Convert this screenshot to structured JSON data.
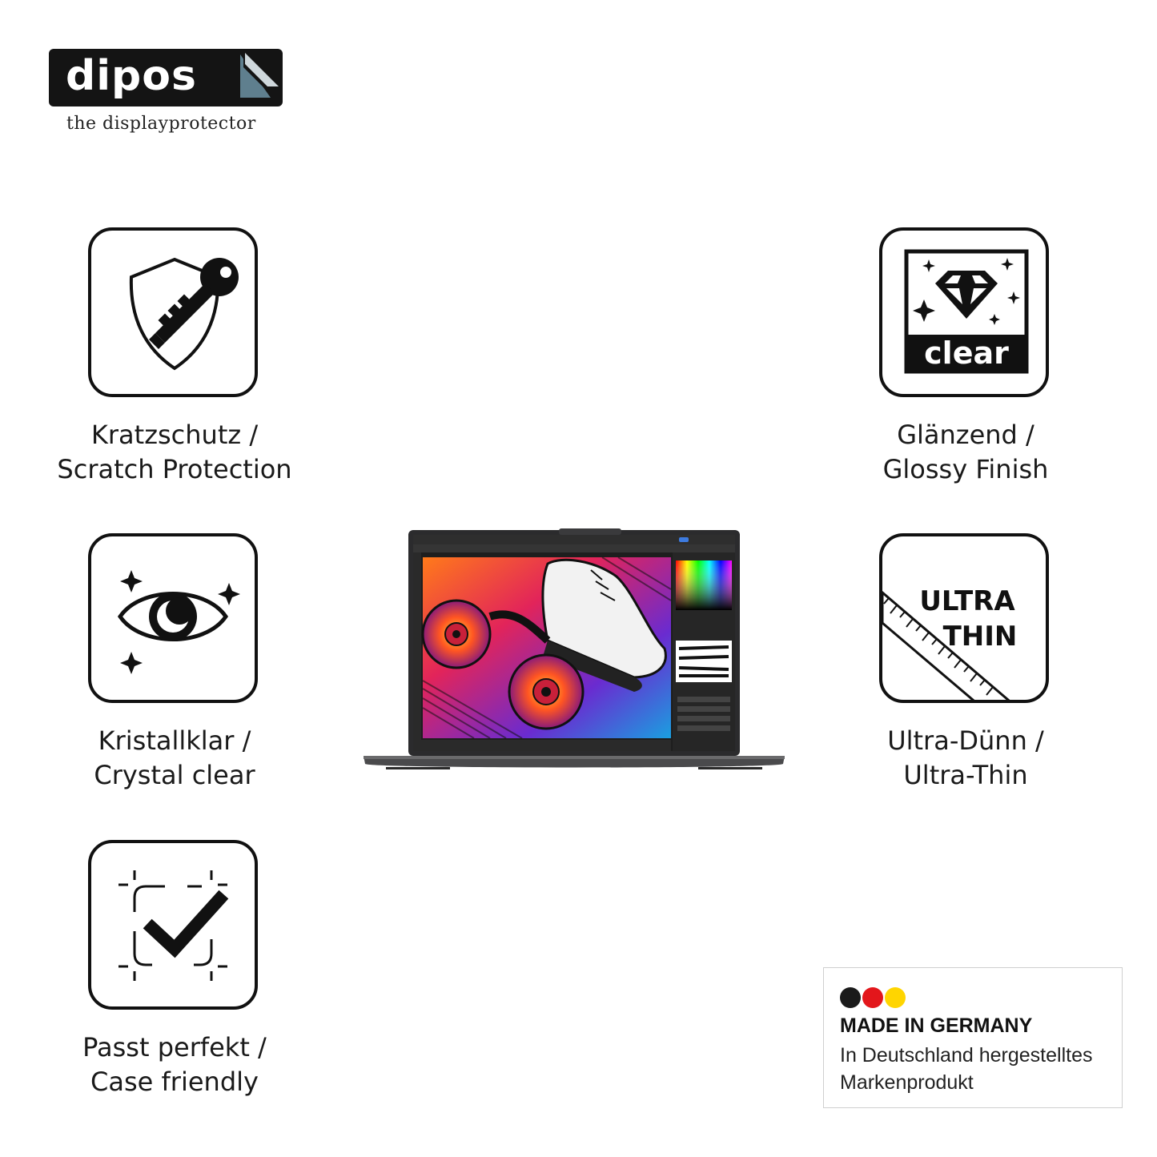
{
  "brand": {
    "name": "dipos",
    "tagline": "the displayprotector"
  },
  "features": [
    {
      "icon": "shield-key-icon",
      "line1": "Kratzschutz /",
      "line2": "Scratch Protection"
    },
    {
      "icon": "diamond-clear-icon",
      "icon_text": "clear",
      "line1": "Glänzend /",
      "line2": "Glossy Finish"
    },
    {
      "icon": "eye-sparkle-icon",
      "line1": "Kristallklar /",
      "line2": "Crystal clear"
    },
    {
      "icon": "ultra-thin-ruler-icon",
      "icon_text_1": "ULTRA",
      "icon_text_2": "THIN",
      "line1": "Ultra-Dünn /",
      "line2": "Ultra-Thin"
    },
    {
      "icon": "check-frame-icon",
      "line1": "Passt perfekt /",
      "line2": "Case friendly"
    }
  ],
  "made_in": {
    "title": "MADE IN GERMANY",
    "subtitle": "In Deutschland hergestelltes Markenprodukt",
    "flag_colors": [
      "#1a1a1a",
      "#e3161b",
      "#ffd500"
    ]
  }
}
